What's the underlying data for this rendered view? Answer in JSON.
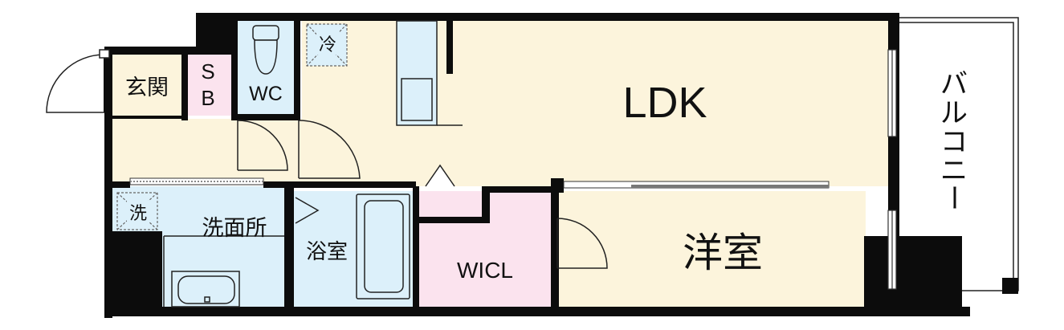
{
  "colors": {
    "ldk": "#fcf4dc",
    "western_room": "#fcf4dc",
    "entrance": "#fcf4dc",
    "hall": "#fcf4dc",
    "wc": "#dcf0fa",
    "bath": "#dcf0fa",
    "washroom": "#dcf0fa",
    "storage_box": "#fbe3ee",
    "walk_in_closet": "#fbe3ee",
    "wall": "#0c0c0c",
    "balcony": "#ffffff"
  },
  "rooms": {
    "ldk": "LDK",
    "western_room": "洋室",
    "entrance": "玄関",
    "shoe_box_top": "S",
    "shoe_box_bottom": "B",
    "wc": "WC",
    "bath": "浴室",
    "washroom": "洗面所",
    "walk_in_closet": "WICL",
    "balcony": [
      "バ",
      "ル",
      "コ",
      "ニ",
      "ー"
    ]
  },
  "fixtures": {
    "fridge": "冷",
    "washer": "洗"
  },
  "icons": [
    "door-swing-icon",
    "toilet-icon",
    "bathtub-icon",
    "sink-icon",
    "kitchen-counter-icon",
    "fridge-space-icon",
    "washer-space-icon",
    "sliding-door-icon",
    "window-icon"
  ]
}
